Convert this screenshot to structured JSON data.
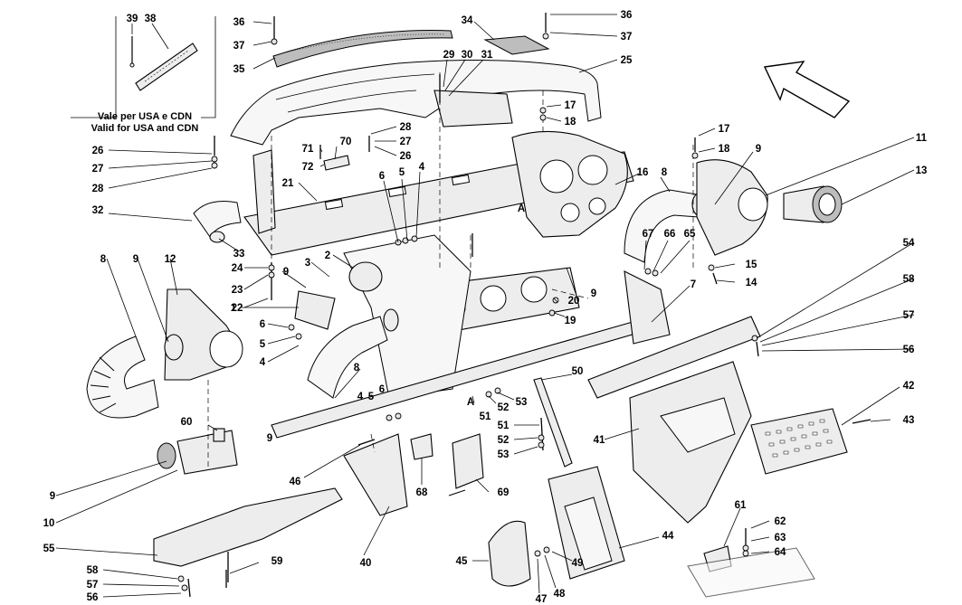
{
  "note": {
    "line1": "Vale per USA e CDN",
    "line2": "Valid for USA and CDN"
  },
  "direction_icon": "arrow-up-left-icon",
  "callouts": [
    {
      "id": "39",
      "text": "39"
    },
    {
      "id": "38",
      "text": "38"
    },
    {
      "id": "36a",
      "text": "36"
    },
    {
      "id": "37a",
      "text": "37"
    },
    {
      "id": "35",
      "text": "35"
    },
    {
      "id": "34",
      "text": "34"
    },
    {
      "id": "36b",
      "text": "36"
    },
    {
      "id": "37b",
      "text": "37"
    },
    {
      "id": "29",
      "text": "29"
    },
    {
      "id": "30",
      "text": "30"
    },
    {
      "id": "31",
      "text": "31"
    },
    {
      "id": "25",
      "text": "25"
    },
    {
      "id": "17a",
      "text": "17"
    },
    {
      "id": "18a",
      "text": "18"
    },
    {
      "id": "28a",
      "text": "28"
    },
    {
      "id": "27a",
      "text": "27"
    },
    {
      "id": "26a",
      "text": "26"
    },
    {
      "id": "71",
      "text": "71"
    },
    {
      "id": "70",
      "text": "70"
    },
    {
      "id": "72",
      "text": "72"
    },
    {
      "id": "26b",
      "text": "26"
    },
    {
      "id": "27b",
      "text": "27"
    },
    {
      "id": "28b",
      "text": "28"
    },
    {
      "id": "21",
      "text": "21"
    },
    {
      "id": "6a",
      "text": "6"
    },
    {
      "id": "5a",
      "text": "5"
    },
    {
      "id": "4a",
      "text": "4"
    },
    {
      "id": "17b",
      "text": "17"
    },
    {
      "id": "18b",
      "text": "18"
    },
    {
      "id": "9a",
      "text": "9"
    },
    {
      "id": "11",
      "text": "11"
    },
    {
      "id": "13",
      "text": "13"
    },
    {
      "id": "16",
      "text": "16"
    },
    {
      "id": "8a",
      "text": "8"
    },
    {
      "id": "32",
      "text": "32"
    },
    {
      "id": "33",
      "text": "33"
    },
    {
      "id": "24",
      "text": "24"
    },
    {
      "id": "23",
      "text": "23"
    },
    {
      "id": "22",
      "text": "22"
    },
    {
      "id": "2",
      "text": "2"
    },
    {
      "id": "3",
      "text": "3"
    },
    {
      "id": "9b",
      "text": "9"
    },
    {
      "id": "67",
      "text": "67"
    },
    {
      "id": "66",
      "text": "66"
    },
    {
      "id": "65",
      "text": "65"
    },
    {
      "id": "15",
      "text": "15"
    },
    {
      "id": "14",
      "text": "14"
    },
    {
      "id": "54",
      "text": "54"
    },
    {
      "id": "8b",
      "text": "8"
    },
    {
      "id": "9c",
      "text": "9"
    },
    {
      "id": "12",
      "text": "12"
    },
    {
      "id": "1",
      "text": "1"
    },
    {
      "id": "20",
      "text": "20"
    },
    {
      "id": "9d",
      "text": "9"
    },
    {
      "id": "19",
      "text": "19"
    },
    {
      "id": "7",
      "text": "7"
    },
    {
      "id": "58a",
      "text": "58"
    },
    {
      "id": "57a",
      "text": "57"
    },
    {
      "id": "56a",
      "text": "56"
    },
    {
      "id": "6b",
      "text": "6"
    },
    {
      "id": "5b",
      "text": "5"
    },
    {
      "id": "4b",
      "text": "4"
    },
    {
      "id": "8c",
      "text": "8"
    },
    {
      "id": "50",
      "text": "50"
    },
    {
      "id": "A1",
      "text": "A"
    },
    {
      "id": "A2",
      "text": "A"
    },
    {
      "id": "4c",
      "text": "4"
    },
    {
      "id": "5c",
      "text": "5"
    },
    {
      "id": "6c",
      "text": "6"
    },
    {
      "id": "52a",
      "text": "52"
    },
    {
      "id": "51a",
      "text": "51"
    },
    {
      "id": "53a",
      "text": "53"
    },
    {
      "id": "42",
      "text": "42"
    },
    {
      "id": "43",
      "text": "43"
    },
    {
      "id": "60",
      "text": "60"
    },
    {
      "id": "9e",
      "text": "9"
    },
    {
      "id": "51b",
      "text": "51"
    },
    {
      "id": "41",
      "text": "41"
    },
    {
      "id": "52b",
      "text": "52"
    },
    {
      "id": "53b",
      "text": "53"
    },
    {
      "id": "46",
      "text": "46"
    },
    {
      "id": "68",
      "text": "68"
    },
    {
      "id": "69",
      "text": "69"
    },
    {
      "id": "9f",
      "text": "9"
    },
    {
      "id": "10",
      "text": "10"
    },
    {
      "id": "55",
      "text": "55"
    },
    {
      "id": "40",
      "text": "40"
    },
    {
      "id": "44",
      "text": "44"
    },
    {
      "id": "61",
      "text": "61"
    },
    {
      "id": "62",
      "text": "62"
    },
    {
      "id": "63",
      "text": "63"
    },
    {
      "id": "64",
      "text": "64"
    },
    {
      "id": "45",
      "text": "45"
    },
    {
      "id": "59",
      "text": "59"
    },
    {
      "id": "58b",
      "text": "58"
    },
    {
      "id": "57b",
      "text": "57"
    },
    {
      "id": "56b",
      "text": "56"
    },
    {
      "id": "47",
      "text": "47"
    },
    {
      "id": "48",
      "text": "48"
    },
    {
      "id": "49",
      "text": "49"
    }
  ]
}
